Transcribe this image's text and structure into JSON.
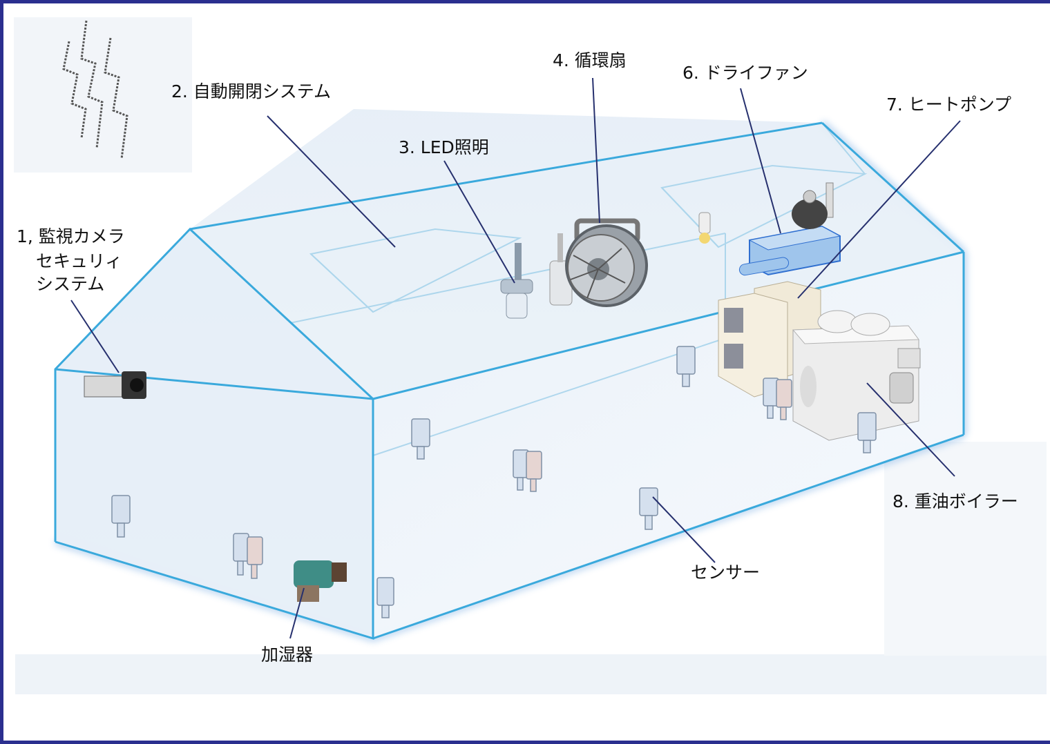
{
  "labels": {
    "camera": [
      "1, 監視カメラ",
      "セキュリィ",
      "システム"
    ],
    "auto_open": "2. 自動開閉システム",
    "led": "3. LED照明",
    "fan": "4. 循環扇",
    "dry_fan": "6. ドライファン",
    "heat_pump": "7. ヒートポンプ",
    "boiler": "8. 重油ボイラー",
    "sensor": "センサー",
    "humidifier": "加湿器"
  },
  "colors": {
    "frame_border": "#2b2f8f",
    "house_edge": "#3aa9dc",
    "leader_line": "#26306e",
    "house_fill": "#dfeaf5",
    "floor_band": "#eef3f8"
  }
}
